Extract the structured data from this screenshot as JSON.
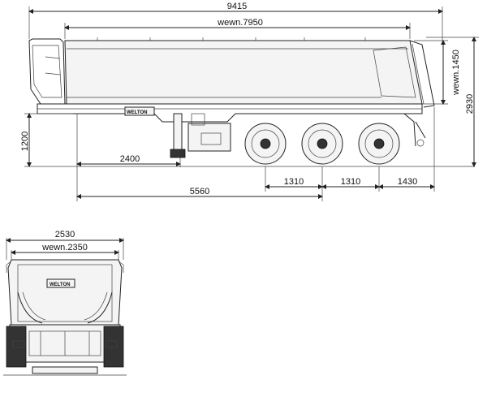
{
  "side_view": {
    "dims": {
      "overall_length": "9415",
      "inner_length": "wewn.7950",
      "inner_height": "wewn.1450",
      "total_height": "2930",
      "coupling_height": "1200",
      "kingpin_to_leg": "2400",
      "kingpin_to_axle": "5560",
      "axle_spacing_1": "1310",
      "axle_spacing_2": "1310",
      "rear_overhang": "1430"
    },
    "brand_label": "WELTON"
  },
  "rear_view": {
    "dims": {
      "overall_width": "2530",
      "inner_width": "wewn.2350"
    },
    "brand_label": "WELTON"
  },
  "colors": {
    "line": "#222222",
    "background": "#ffffff"
  }
}
